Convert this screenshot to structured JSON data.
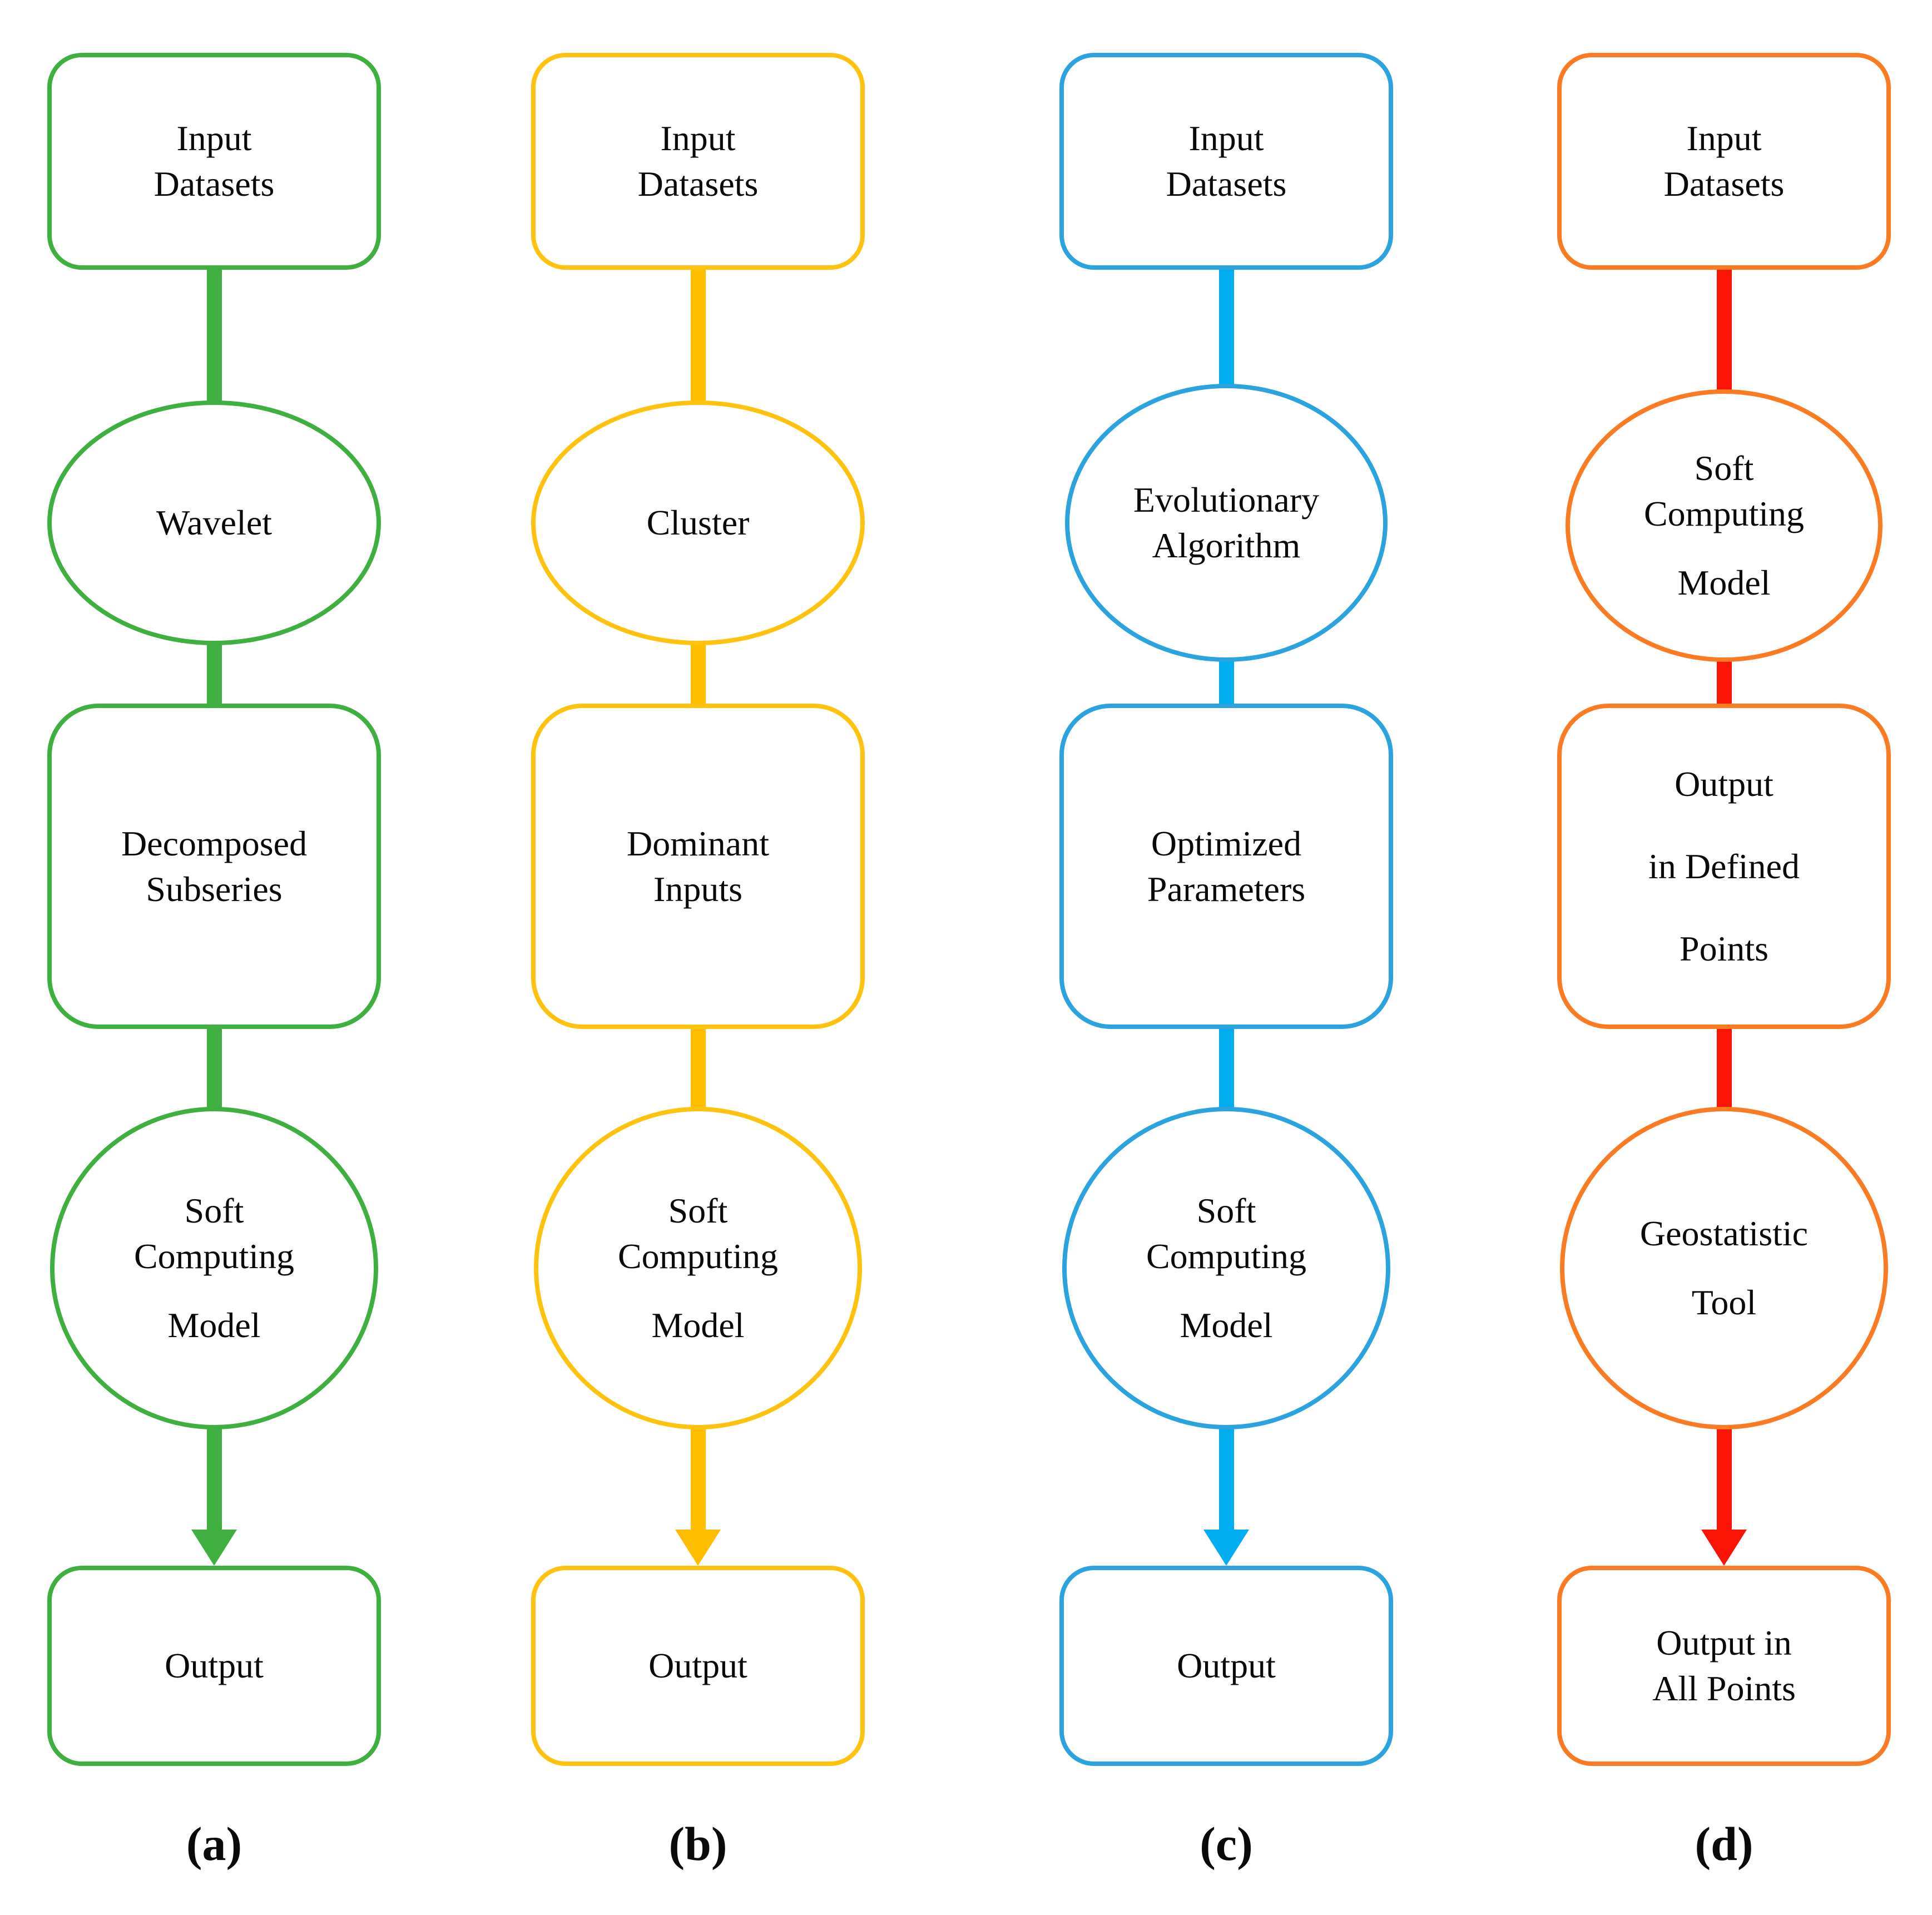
{
  "columns": [
    {
      "label": "(a)",
      "theme": "green",
      "stroke_color": "#3FAF3F",
      "connector_color": "#3FAF3F",
      "box1_lines": [
        "Input",
        "Datasets"
      ],
      "ellipse_lines": [
        "Wavelet"
      ],
      "box2_lines": [
        "Decomposed",
        "Subseries"
      ],
      "circle_lines": [
        "Soft",
        "Computing",
        "Model"
      ],
      "box3_lines": [
        "Output"
      ]
    },
    {
      "label": "(b)",
      "theme": "yellow",
      "stroke_color": "#FFC20E",
      "connector_color": "#FFBE00",
      "box1_lines": [
        "Input",
        "Datasets"
      ],
      "ellipse_lines": [
        "Cluster"
      ],
      "box2_lines": [
        "Dominant",
        "Inputs"
      ],
      "circle_lines": [
        "Soft",
        "Computing",
        "Model"
      ],
      "box3_lines": [
        "Output"
      ]
    },
    {
      "label": "(c)",
      "theme": "blue",
      "stroke_color": "#2BA3DF",
      "connector_color": "#00AEEF",
      "box1_lines": [
        "Input",
        "Datasets"
      ],
      "ellipse_lines": [
        "Evolutionary",
        "Algorithm"
      ],
      "box2_lines": [
        "Optimized",
        "Parameters"
      ],
      "circle_lines": [
        "Soft",
        "Computing",
        "Model"
      ],
      "box3_lines": [
        "Output"
      ]
    },
    {
      "label": "(d)",
      "theme": "orange",
      "stroke_color": "#FB7B23",
      "connector_color": "#F91405",
      "box1_lines": [
        "Input",
        "Datasets"
      ],
      "ellipse_lines": [
        "Soft",
        "Computing",
        "Model"
      ],
      "box2_lines": [
        "Output",
        "in Defined",
        "Points"
      ],
      "circle_lines": [
        "Geostatistic",
        "Tool"
      ],
      "box3_lines": [
        "Output in",
        "All Points"
      ]
    }
  ]
}
